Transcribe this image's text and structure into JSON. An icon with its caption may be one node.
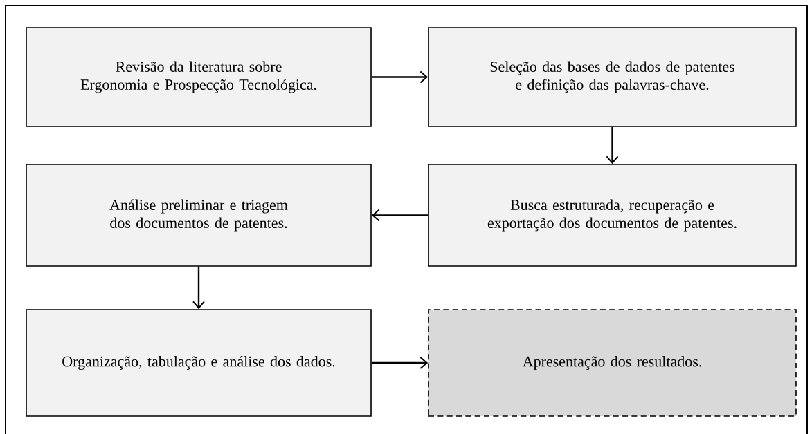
{
  "diagram": {
    "nodes": [
      {
        "text": [
          "Revisão da literatura sobre Ergonomia e Prospecção Tecnológica."
        ]
      },
      {
        "text": [
          "Seleção das bases de dados de patentes e definição das palavras-chave."
        ]
      },
      {
        "text": [
          "Análise preliminar e triagem dos documentos de patentes."
        ]
      },
      {
        "text": [
          "Busca estruturada, recuperação e exportação dos documentos de patentes."
        ]
      },
      {
        "text": [
          "Organização, tabulação e análise dos dados."
        ]
      },
      {
        "text": [
          "Apresentação dos resultados."
        ]
      }
    ],
    "edges": [
      {
        "from": 0,
        "to": 1,
        "arrow": "to"
      },
      {
        "from": 1,
        "to": 3,
        "arrow": "to"
      },
      {
        "from": 3,
        "to": 2,
        "arrow": "to"
      },
      {
        "from": 2,
        "to": 4,
        "arrow": "to"
      },
      {
        "from": 4,
        "to": 5,
        "arrow": "to"
      }
    ]
  }
}
